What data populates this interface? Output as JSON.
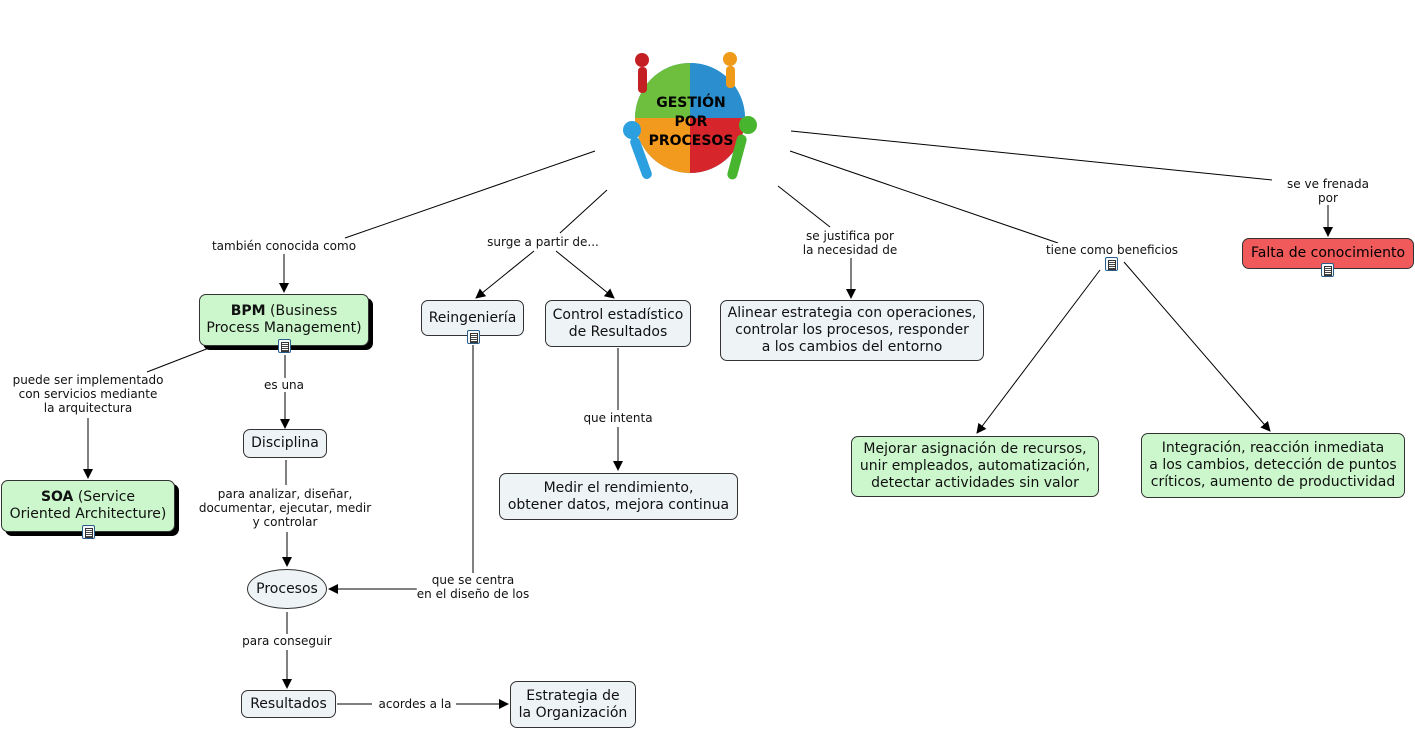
{
  "central": {
    "title": "GESTIÓN\nPOR\nPROCESOS"
  },
  "nodes": {
    "bpm": {
      "bold": "BPM",
      "rest": " (Business\nProcess Management)"
    },
    "soa": {
      "bold": "SOA",
      "rest": " (Service\nOriented Architecture)"
    },
    "disciplina": "Disciplina",
    "procesos": "Procesos",
    "resultados": "Resultados",
    "estrategia": "Estrategia de\nla Organización",
    "reingenieria": "Reingeniería",
    "control": "Control estadístico\nde Resultados",
    "medir": "Medir el rendimiento,\nobtener datos, mejora continua",
    "alinear": "Alinear estrategia con operaciones,\ncontrolar los procesos, responder\na los cambios del entorno",
    "mejorar": "Mejorar asignación de recursos,\nunir empleados, automatización,\ndetectar actividades sin valor",
    "integracion": "Integración, reacción inmediata\na los cambios, detección de puntos\ncríticos, aumento de productividad",
    "falta": "Falta de conocimiento"
  },
  "labels": {
    "tambien": "también conocida como",
    "surge": "surge a partir de...",
    "justifica": "se justifica por\nla necesidad de",
    "beneficios": "tiene como beneficios",
    "frenada": "se ve frenada por",
    "implementado": "puede ser implementado\ncon servicios mediante\nla arquitectura",
    "es_una": "es una",
    "para_analizar": "para analizar, diseñar,\ndocumentar, ejecutar, medir\ny controlar",
    "para_conseguir": "para conseguir",
    "acordes": "acordes a la",
    "que_intenta": "que intenta",
    "centra": "que se centra\nen el diseño de los"
  },
  "colors": {
    "node_fill": "#eef3f6",
    "green_fill": "#ccf7cc",
    "red_fill": "#f05a5a",
    "line": "#000000"
  }
}
